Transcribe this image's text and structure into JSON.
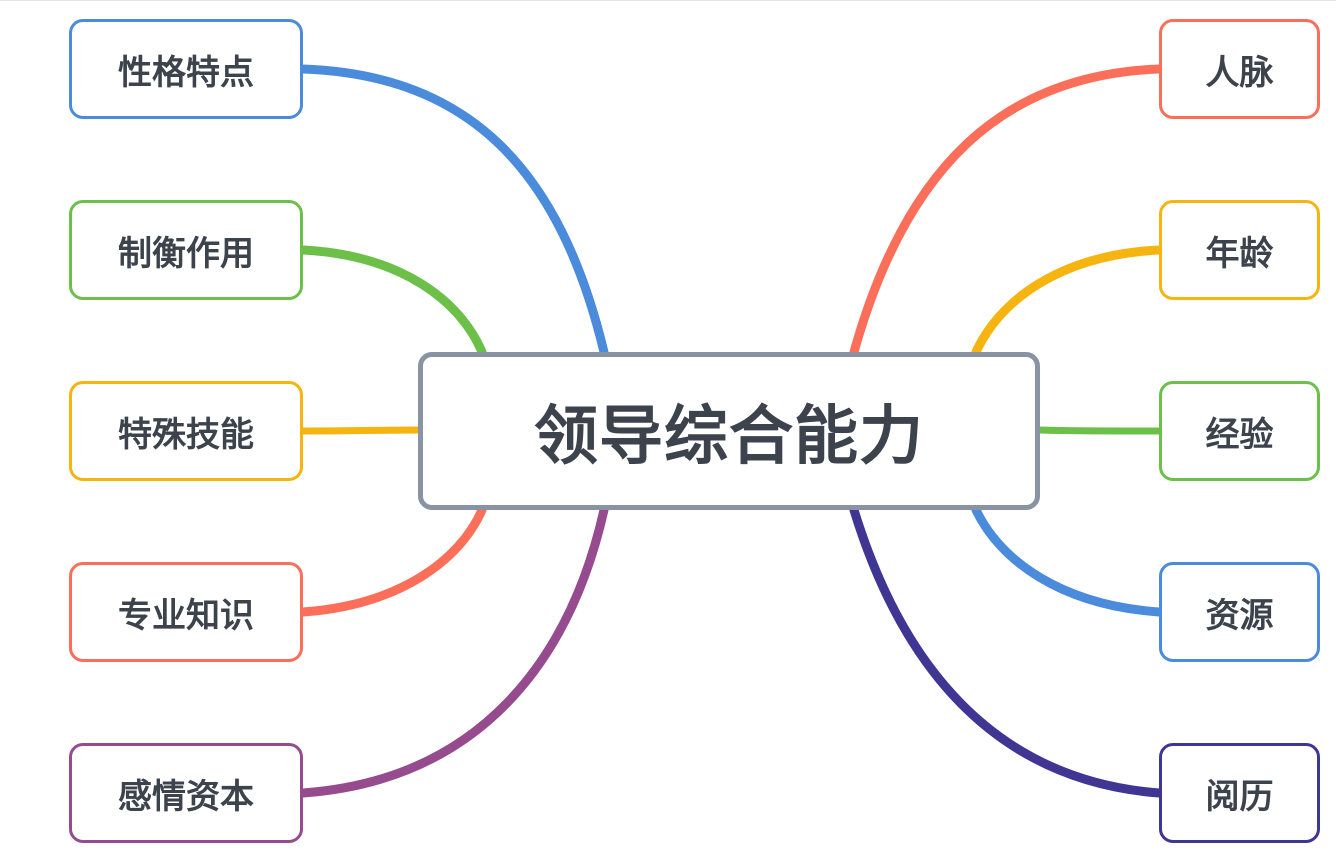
{
  "central_topic": "领导综合能力",
  "left_branches": [
    {
      "label": "性格特点",
      "color": "#4a8bdb"
    },
    {
      "label": "制衡作用",
      "color": "#6cc04a"
    },
    {
      "label": "特殊技能",
      "color": "#f5b40f"
    },
    {
      "label": "专业知识",
      "color": "#fa6e5a"
    },
    {
      "label": "感情资本",
      "color": "#964b8e"
    }
  ],
  "right_branches": [
    {
      "label": "人脉",
      "color": "#fa6e5a"
    },
    {
      "label": "年龄",
      "color": "#f5b40f"
    },
    {
      "label": "经验",
      "color": "#6cc04a"
    },
    {
      "label": "资源",
      "color": "#4a8bdb"
    },
    {
      "label": "阅历",
      "color": "#3f3592"
    }
  ],
  "central_border_color": "#8a93a3",
  "text_color": "#3d434c"
}
